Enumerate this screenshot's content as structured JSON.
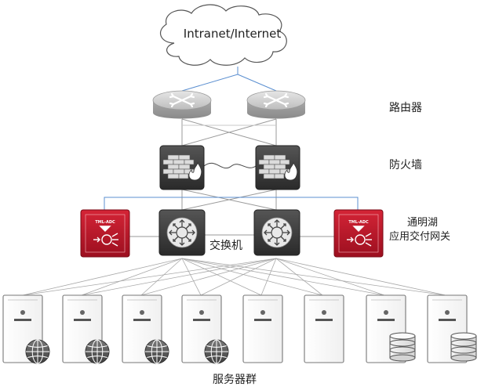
{
  "cloud_label": "Intranet/Internet",
  "tiers": {
    "router": "路由器",
    "firewall": "防火墙",
    "gateway_line1": "通明湖",
    "gateway_line2": "应用交付网关",
    "switch": "交换机",
    "servers": "服务器群"
  },
  "adc_badge": "TML-ADC",
  "servers": [
    {
      "kind": "web"
    },
    {
      "kind": "web"
    },
    {
      "kind": "web"
    },
    {
      "kind": "web"
    },
    {
      "kind": "plain"
    },
    {
      "kind": "plain"
    },
    {
      "kind": "database"
    },
    {
      "kind": "database"
    }
  ],
  "colors": {
    "adc_red": "#c0182a",
    "device_dark": "#3a3a3a",
    "router_grey": "#b8b8b8",
    "link_blue": "#5b8fd0",
    "link_grey": "#9a9a9a"
  }
}
